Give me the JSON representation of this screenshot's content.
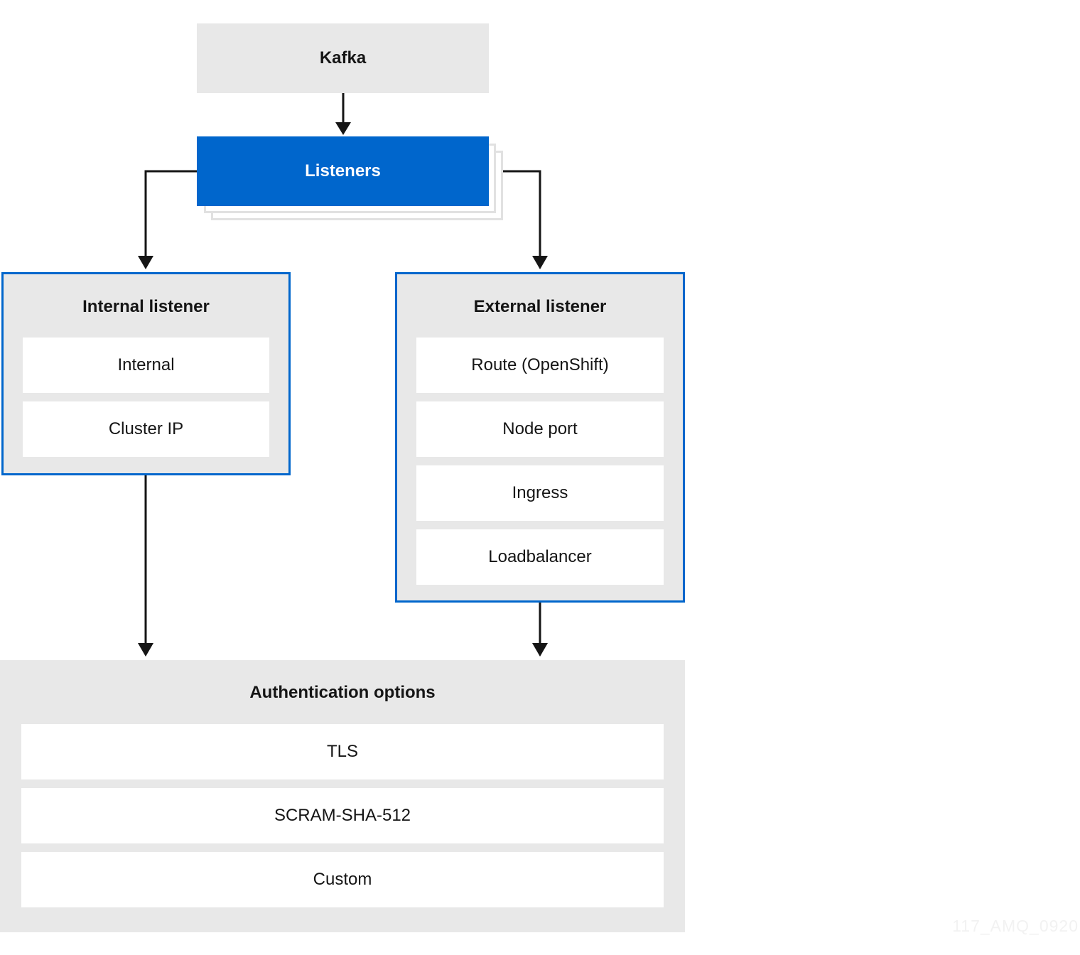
{
  "diagram": {
    "kafka": {
      "label": "Kafka"
    },
    "listeners": {
      "label": "Listeners"
    },
    "internal_listener": {
      "title": "Internal listener",
      "items": [
        "Internal",
        "Cluster IP"
      ]
    },
    "external_listener": {
      "title": "External listener",
      "items": [
        "Route (OpenShift)",
        "Node port",
        "Ingress",
        "Loadbalancer"
      ]
    },
    "authentication": {
      "title": "Authentication options",
      "items": [
        "TLS",
        "SCRAM-SHA-512",
        "Custom"
      ]
    },
    "watermark": "117_AMQ_0920",
    "colors": {
      "accent_blue": "#0066cc",
      "box_gray": "#e8e8e8",
      "line_black": "#151515",
      "shadow_gray": "#e1e1e1",
      "watermark_gray": "#f2f2f2",
      "text_dark": "#151515"
    }
  }
}
